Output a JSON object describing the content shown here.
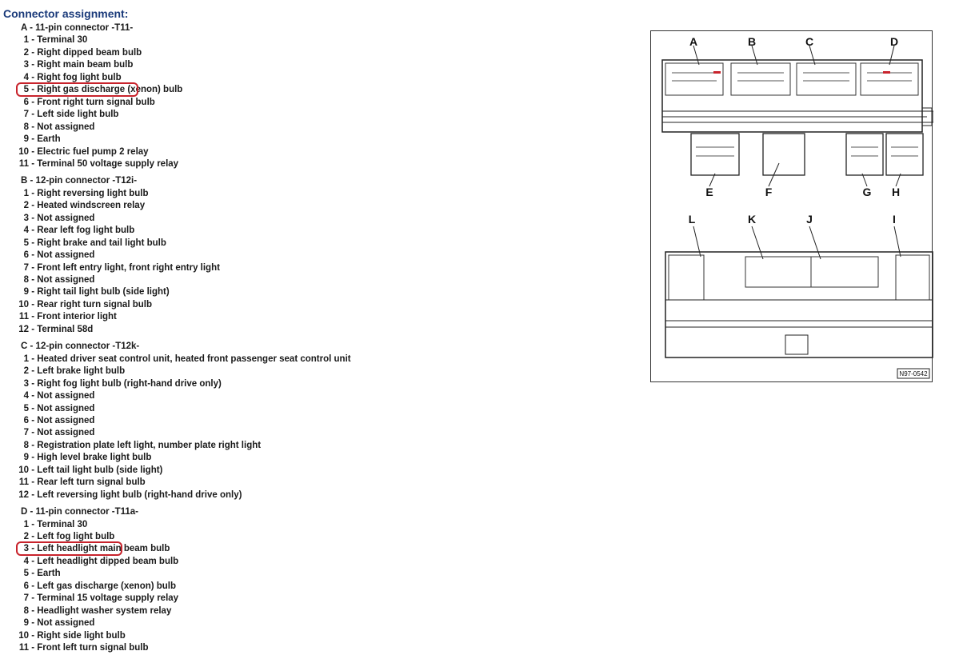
{
  "heading": "Connector assignment:",
  "sections": [
    {
      "id": "A",
      "header": "11-pin connector -T11-",
      "pins": [
        {
          "n": "1",
          "t": "Terminal 30"
        },
        {
          "n": "2",
          "t": "Right dipped beam bulb"
        },
        {
          "n": "3",
          "t": "Right main beam bulb"
        },
        {
          "n": "4",
          "t": "Right fog light bulb"
        },
        {
          "n": "5",
          "t": "Right gas discharge (xenon) bulb"
        },
        {
          "n": "6",
          "t": "Front right turn signal bulb"
        },
        {
          "n": "7",
          "t": "Left side light bulb"
        },
        {
          "n": "8",
          "t": "Not assigned"
        },
        {
          "n": "9",
          "t": "Earth"
        },
        {
          "n": "10",
          "t": "Electric fuel pump 2 relay"
        },
        {
          "n": "11",
          "t": "Terminal 50 voltage supply relay"
        }
      ]
    },
    {
      "id": "B",
      "header": "12-pin connector -T12i-",
      "pins": [
        {
          "n": "1",
          "t": "Right reversing light bulb"
        },
        {
          "n": "2",
          "t": "Heated windscreen relay"
        },
        {
          "n": "3",
          "t": "Not assigned"
        },
        {
          "n": "4",
          "t": "Rear left fog light bulb"
        },
        {
          "n": "5",
          "t": "Right brake and tail light bulb"
        },
        {
          "n": "6",
          "t": "Not assigned"
        },
        {
          "n": "7",
          "t": "Front left entry light, front right entry light"
        },
        {
          "n": "8",
          "t": "Not assigned"
        },
        {
          "n": "9",
          "t": "Right tail light bulb (side light)"
        },
        {
          "n": "10",
          "t": "Rear right turn signal bulb"
        },
        {
          "n": "11",
          "t": "Front interior light"
        },
        {
          "n": "12",
          "t": "Terminal 58d"
        }
      ]
    },
    {
      "id": "C",
      "header": "12-pin connector -T12k-",
      "pins": [
        {
          "n": "1",
          "t": "Heated driver seat control unit, heated front passenger seat control unit"
        },
        {
          "n": "2",
          "t": "Left brake light bulb"
        },
        {
          "n": "3",
          "t": "Right fog light bulb (right-hand drive only)"
        },
        {
          "n": "4",
          "t": "Not assigned"
        },
        {
          "n": "5",
          "t": "Not assigned"
        },
        {
          "n": "6",
          "t": "Not assigned"
        },
        {
          "n": "7",
          "t": "Not assigned"
        },
        {
          "n": "8",
          "t": "Registration plate left light, number plate right light"
        },
        {
          "n": "9",
          "t": "High level brake light bulb"
        },
        {
          "n": "10",
          "t": "Left tail light bulb (side light)"
        },
        {
          "n": "11",
          "t": "Rear left turn signal bulb"
        },
        {
          "n": "12",
          "t": "Left reversing light bulb (right-hand drive only)"
        }
      ]
    },
    {
      "id": "D",
      "header": "11-pin connector -T11a-",
      "pins": [
        {
          "n": "1",
          "t": "Terminal 30"
        },
        {
          "n": "2",
          "t": "Left fog light bulb"
        },
        {
          "n": "3",
          "t": "Left headlight main beam bulb"
        },
        {
          "n": "4",
          "t": "Left headlight dipped beam bulb"
        },
        {
          "n": "5",
          "t": "Earth"
        },
        {
          "n": "6",
          "t": "Left gas discharge (xenon) bulb"
        },
        {
          "n": "7",
          "t": "Terminal 15 voltage supply relay"
        },
        {
          "n": "8",
          "t": "Headlight washer system relay"
        },
        {
          "n": "9",
          "t": "Not assigned"
        },
        {
          "n": "10",
          "t": "Right side light bulb"
        },
        {
          "n": "11",
          "t": "Front left turn signal bulb"
        }
      ]
    }
  ],
  "diagram": {
    "top_labels": [
      "A",
      "B",
      "C",
      "D"
    ],
    "bottom_labels": [
      "E",
      "F",
      "G",
      "H"
    ],
    "lower_labels": [
      "L",
      "K",
      "J",
      "I"
    ],
    "code": "N97-0542"
  },
  "colors": {
    "heading": "#1a3a7a",
    "highlight": "#c8232c"
  }
}
